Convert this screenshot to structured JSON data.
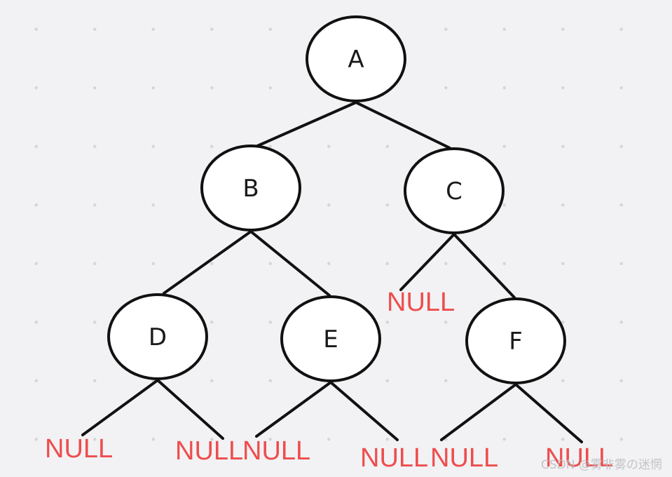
{
  "colors": {
    "background": "#f2f2f4",
    "node_fill": "#ffffff",
    "stroke": "#111111",
    "null_text": "#ee4d4d",
    "watermark": "#bcbcc0"
  },
  "tree": {
    "nodes": [
      {
        "id": "A",
        "label": "A"
      },
      {
        "id": "B",
        "label": "B"
      },
      {
        "id": "C",
        "label": "C"
      },
      {
        "id": "D",
        "label": "D"
      },
      {
        "id": "E",
        "label": "E"
      },
      {
        "id": "F",
        "label": "F"
      }
    ],
    "edges": [
      {
        "from": "A",
        "to": "B"
      },
      {
        "from": "A",
        "to": "C"
      },
      {
        "from": "B",
        "to": "D"
      },
      {
        "from": "B",
        "to": "E"
      },
      {
        "from": "C",
        "to": "null-c-left"
      },
      {
        "from": "C",
        "to": "F"
      },
      {
        "from": "D",
        "to": "null-d-left"
      },
      {
        "from": "D",
        "to": "null-d-right"
      },
      {
        "from": "E",
        "to": "null-e-left"
      },
      {
        "from": "E",
        "to": "null-e-right"
      },
      {
        "from": "F",
        "to": "null-f-left"
      },
      {
        "from": "F",
        "to": "null-f-right"
      }
    ],
    "null_labels": [
      {
        "id": "null-c-left",
        "text": "NULL"
      },
      {
        "id": "null-d-left",
        "text": "NULL"
      },
      {
        "id": "null-d-right",
        "text": "NULL"
      },
      {
        "id": "null-e-left",
        "text": "NULL"
      },
      {
        "id": "null-e-right",
        "text": "NULL"
      },
      {
        "id": "null-f-left",
        "text": "NULL"
      },
      {
        "id": "null-f-right",
        "text": "NULL"
      }
    ]
  },
  "watermark": {
    "text": "CSDN @雾非雾の迷惘"
  }
}
